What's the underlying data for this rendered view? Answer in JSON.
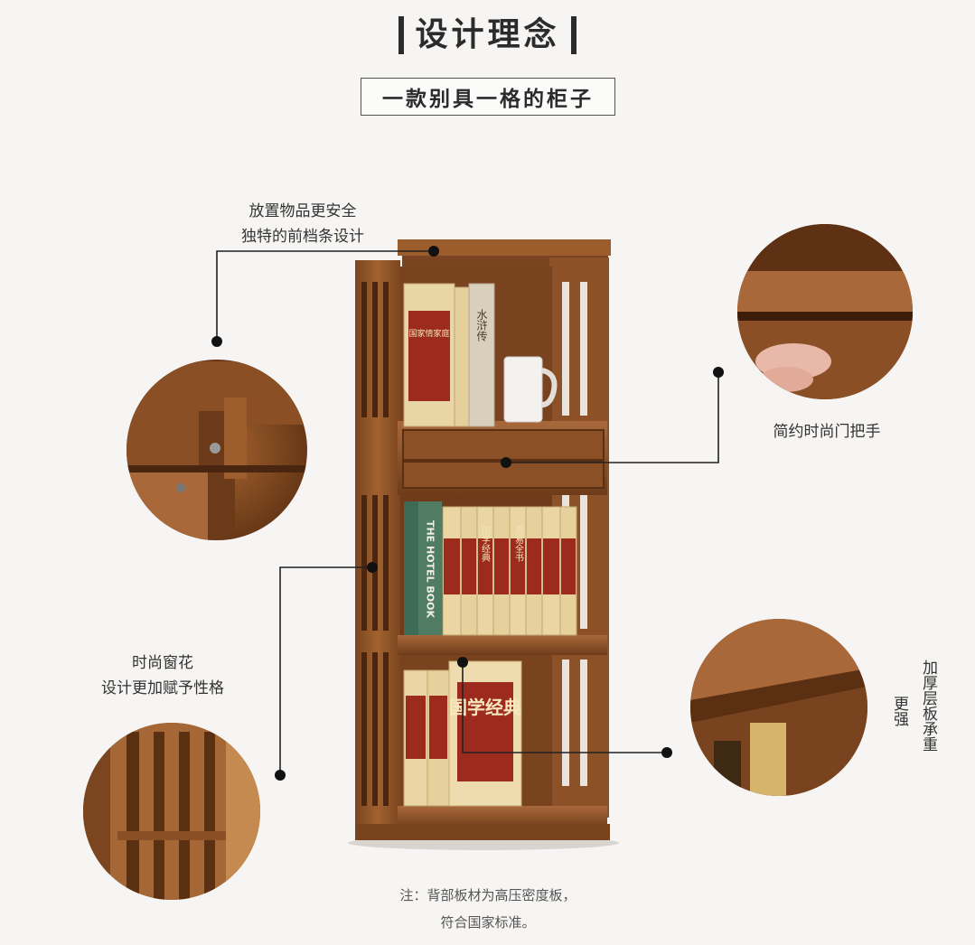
{
  "header": {
    "title": "设计理念",
    "subtitle": "一款别具一格的柜子"
  },
  "features": {
    "top_rail_line1": "放置物品更安全",
    "top_rail_line2": "独特的前档条设计",
    "handle": "简约时尚门把手",
    "lattice_line1": "时尚窗花",
    "lattice_line2": "设计更加赋予性格",
    "shelf_col1": "加厚层板承重",
    "shelf_col2": "更强"
  },
  "shelf_contents": {
    "book_top_left": "国家情家庭",
    "book_top_right": "水浒传",
    "book_hotel": "THE HOTEL BOOK",
    "book_series": "国学经典",
    "book_series_alt": "周易全书",
    "book_bottom_big": "国学经典"
  },
  "note": {
    "line1": "注：背部板材为高压密度板，",
    "line2": "符合国家标准。"
  },
  "colors": {
    "wood_dark": "#6b3d1c",
    "wood_mid": "#9a5a2a",
    "wood_light": "#b97a43",
    "book_spine": "#e9d6a6",
    "book_red": "#9c2b1e"
  }
}
